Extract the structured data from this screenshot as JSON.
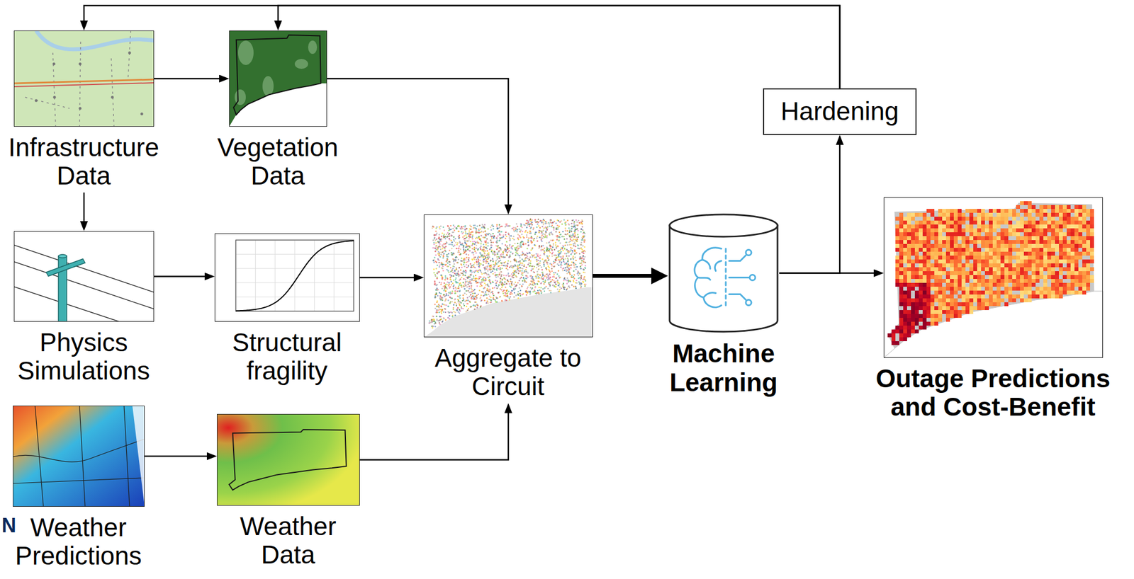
{
  "diagram": {
    "nodes": [
      {
        "text": [
          "Infrastructure Data"
        ]
      },
      {
        "text": [
          "Vegetation Data"
        ]
      },
      {
        "text": [
          "Hardening"
        ]
      },
      {
        "text": [
          "Physics Simulations"
        ]
      },
      {
        "text": [
          "Structural fragility"
        ]
      },
      {
        "text": [
          "Aggregate to Circuit"
        ]
      },
      {
        "text": [
          "Machine Learning"
        ]
      },
      {
        "text": [
          "Outage Predictions and Cost-Benefit"
        ]
      },
      {
        "text": [
          "Weather Predictions"
        ]
      },
      {
        "text": [
          "Weather Data"
        ]
      }
    ],
    "edges": [
      {
        "from": 0,
        "to": 1,
        "arrow": "to"
      },
      {
        "from": 0,
        "to": 3,
        "arrow": "to"
      },
      {
        "from": 1,
        "to": 5,
        "arrow": "to"
      },
      {
        "from": 3,
        "to": 4,
        "arrow": "to"
      },
      {
        "from": 4,
        "to": 5,
        "arrow": "to"
      },
      {
        "from": 8,
        "to": 9,
        "arrow": "to"
      },
      {
        "from": 9,
        "to": 5,
        "arrow": "to"
      },
      {
        "from": 5,
        "to": 6,
        "arrow": "to"
      },
      {
        "from": 6,
        "to": 7,
        "arrow": "to"
      },
      {
        "from": 6,
        "to": 2,
        "arrow": "to"
      },
      {
        "from": 2,
        "to": 0,
        "arrow": "to"
      },
      {
        "from": 2,
        "to": 1,
        "arrow": "to"
      }
    ],
    "labels": [
      "N"
    ]
  }
}
